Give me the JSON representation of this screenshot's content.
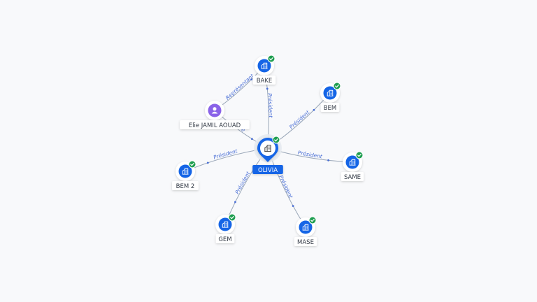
{
  "colors": {
    "edge": "#9aa7b8",
    "edge_label": "#4a6fd6",
    "node_blue": "#1565e6",
    "check_green": "#1e9e50",
    "person_purple": "#8a63e8",
    "center_label_bg": "#1565e6"
  },
  "center": {
    "label": "OLIVIA",
    "icon": "building-icon"
  },
  "nodes": [
    {
      "id": "bake",
      "label": "BAKE",
      "icon": "building-icon",
      "verified": true
    },
    {
      "id": "bem",
      "label": "BEM",
      "icon": "building-icon",
      "verified": true
    },
    {
      "id": "same",
      "label": "SAME",
      "icon": "building-icon",
      "verified": true
    },
    {
      "id": "mase",
      "label": "MASE",
      "icon": "building-icon",
      "verified": true
    },
    {
      "id": "gem",
      "label": "GEM",
      "icon": "building-icon",
      "verified": true
    },
    {
      "id": "bem2",
      "label": "BEM 2",
      "icon": "building-icon",
      "verified": true
    },
    {
      "id": "person",
      "label": "Elie JAMIL AOUAD",
      "icon": "person-icon",
      "verified": false
    }
  ],
  "edges": [
    {
      "from": "center",
      "to": "bake",
      "label": "Président"
    },
    {
      "from": "center",
      "to": "bem",
      "label": "Président"
    },
    {
      "from": "center",
      "to": "same",
      "label": "Président"
    },
    {
      "from": "center",
      "to": "mase",
      "label": "Président"
    },
    {
      "from": "center",
      "to": "gem",
      "label": "Président"
    },
    {
      "from": "center",
      "to": "bem2",
      "label": "Président"
    },
    {
      "from": "person",
      "to": "bake",
      "label": "Représentant"
    },
    {
      "from": "person",
      "to": "center",
      "label": "Pré"
    }
  ]
}
